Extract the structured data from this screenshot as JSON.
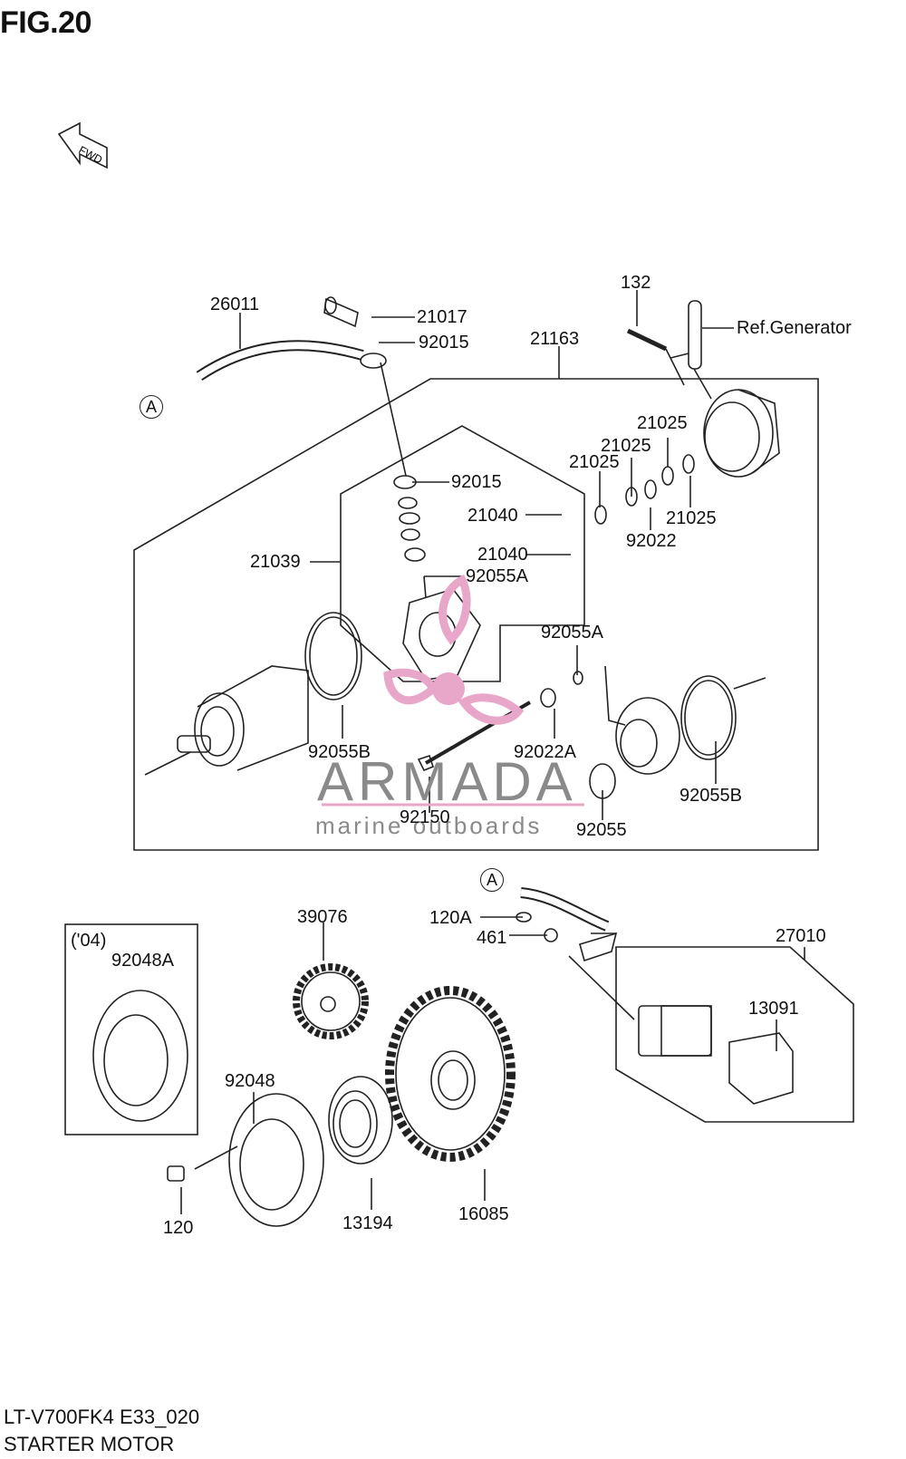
{
  "figure": {
    "title": "FIG.20",
    "fwd_label": "FWD"
  },
  "watermark": {
    "brand": "ARMADA",
    "tagline": "marine outboards"
  },
  "footer": {
    "model_code": "LT-V700FK4 E33_020",
    "section_name": "STARTER MOTOR"
  },
  "callouts": {
    "p26011": "26011",
    "p21017": "21017",
    "p92015a": "92015",
    "p132": "132",
    "ref_generator": "Ref.Generator",
    "p21163": "21163",
    "circle_a_top": "A",
    "p21025a": "21025",
    "p21025b": "21025",
    "p21025c": "21025",
    "p21025d": "21025",
    "p92015b": "92015",
    "p21040a": "21040",
    "p21040b": "21040",
    "p92022": "92022",
    "p21039": "21039",
    "p92055a_1": "92055A",
    "p92055a_2": "92055A",
    "p92055b_1": "92055B",
    "p92022a": "92022A",
    "p92150": "92150",
    "p92055": "92055",
    "p92055b_2": "92055B",
    "circle_a_bottom": "A",
    "p120a": "120A",
    "p461": "461",
    "p27010": "27010",
    "p39076": "39076",
    "p13091": "13091",
    "year_note": "('04)",
    "p92048a": "92048A",
    "p92048": "92048",
    "p120": "120",
    "p13194": "13194",
    "p16085": "16085"
  },
  "colors": {
    "watermark_pink": "#e8a6c8",
    "watermark_grey": "#8a8a8a",
    "line": "#222222"
  }
}
